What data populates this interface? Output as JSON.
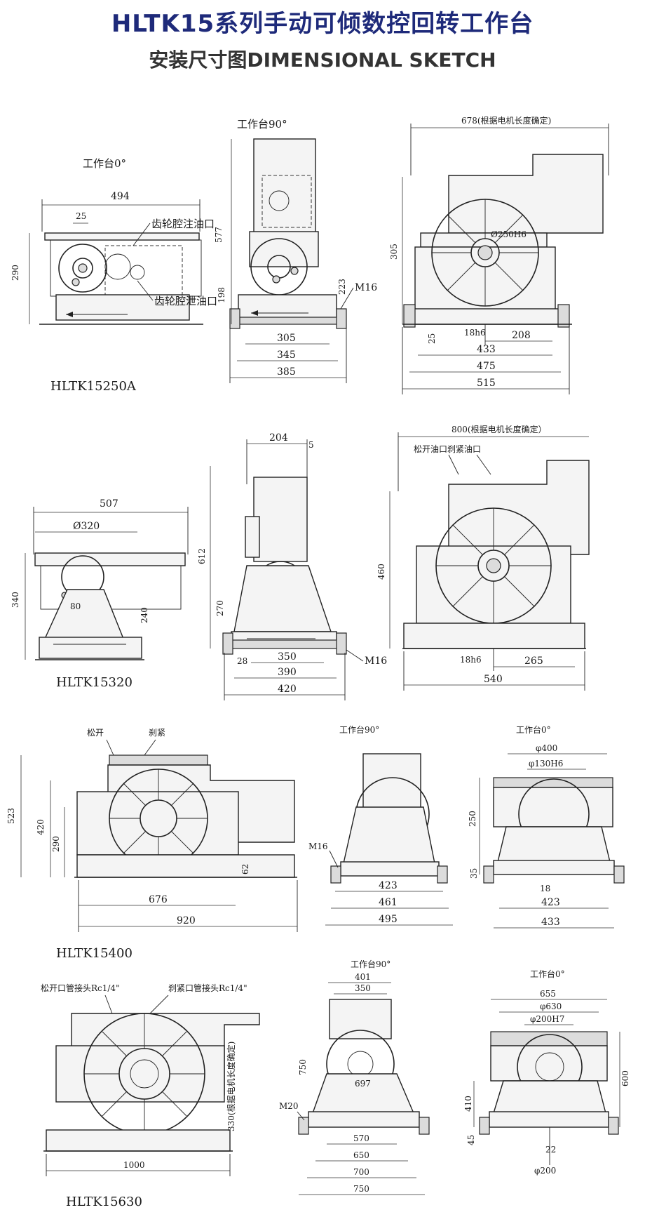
{
  "title": "HLTK15系列手动可倾数控回转工作台",
  "subtitle": "安装尺寸图DIMENSIONAL SKETCH",
  "models": [
    "HLTK15250A",
    "HLTK15320",
    "HLTK15400",
    "HLTK15630"
  ],
  "view_labels": {
    "angle0": "工作台0°",
    "angle90": "工作台90°"
  },
  "annotations": {
    "gear_fill": "齿轮腔注油口",
    "gear_drain": "齿轮腔泄油口",
    "motor_678": "678(根据电机长度确定)",
    "motor_800": "800(根据电机长度确定）",
    "release_brake_port": "松开油口刹紧油口",
    "release": "松开",
    "brake": "刹紧",
    "release_fitting": "松开口管接头Rc1/4\"",
    "brake_fitting": "刹紧口管接头Rc1/4\"",
    "motor_330": "330(根据电机长度确定)"
  },
  "dims": {
    "m250": {
      "d494": "494",
      "d25": "25",
      "d290": "290",
      "d577": "577",
      "d198": "198",
      "d223": "223",
      "m16": "M16",
      "d305": "305",
      "d345": "345",
      "d385": "385",
      "phi": "Ø250H6",
      "d305b": "305",
      "d25b": "25",
      "d18h6": "18h6",
      "d208": "208",
      "d433": "433",
      "d475": "475",
      "d515": "515"
    },
    "m320": {
      "d507": "507",
      "phi": "Ø320",
      "d340": "340",
      "d80": "80",
      "d240": "240",
      "d204": "204",
      "d5": "5",
      "d612": "612",
      "d270": "270",
      "d28": "28",
      "d350": "350",
      "d390": "390",
      "d420": "420",
      "m16": "M16",
      "d460": "460",
      "d18h6": "18h6",
      "d265": "265",
      "d540": "540"
    },
    "m400": {
      "d523": "523",
      "d420": "420",
      "d290": "290",
      "d62": "62",
      "d676": "676",
      "d920": "920",
      "m16": "M16",
      "d423": "423",
      "d461": "461",
      "d495": "495",
      "phi400": "φ400",
      "phi130": "φ130H6",
      "d250": "250",
      "d35": "35",
      "d18": "18",
      "d423b": "423",
      "d433": "433"
    },
    "m630": {
      "d1000": "1000",
      "d401": "401",
      "d350": "350",
      "d750": "750",
      "d697": "697",
      "m20": "M20",
      "d570": "570",
      "d650": "650",
      "d700": "700",
      "d750b": "750",
      "d655": "655",
      "phi630": "φ630",
      "phi200": "φ200H7",
      "d410": "410",
      "d600": "600",
      "d45": "45",
      "d22": "22",
      "phi200b": "φ200"
    }
  }
}
